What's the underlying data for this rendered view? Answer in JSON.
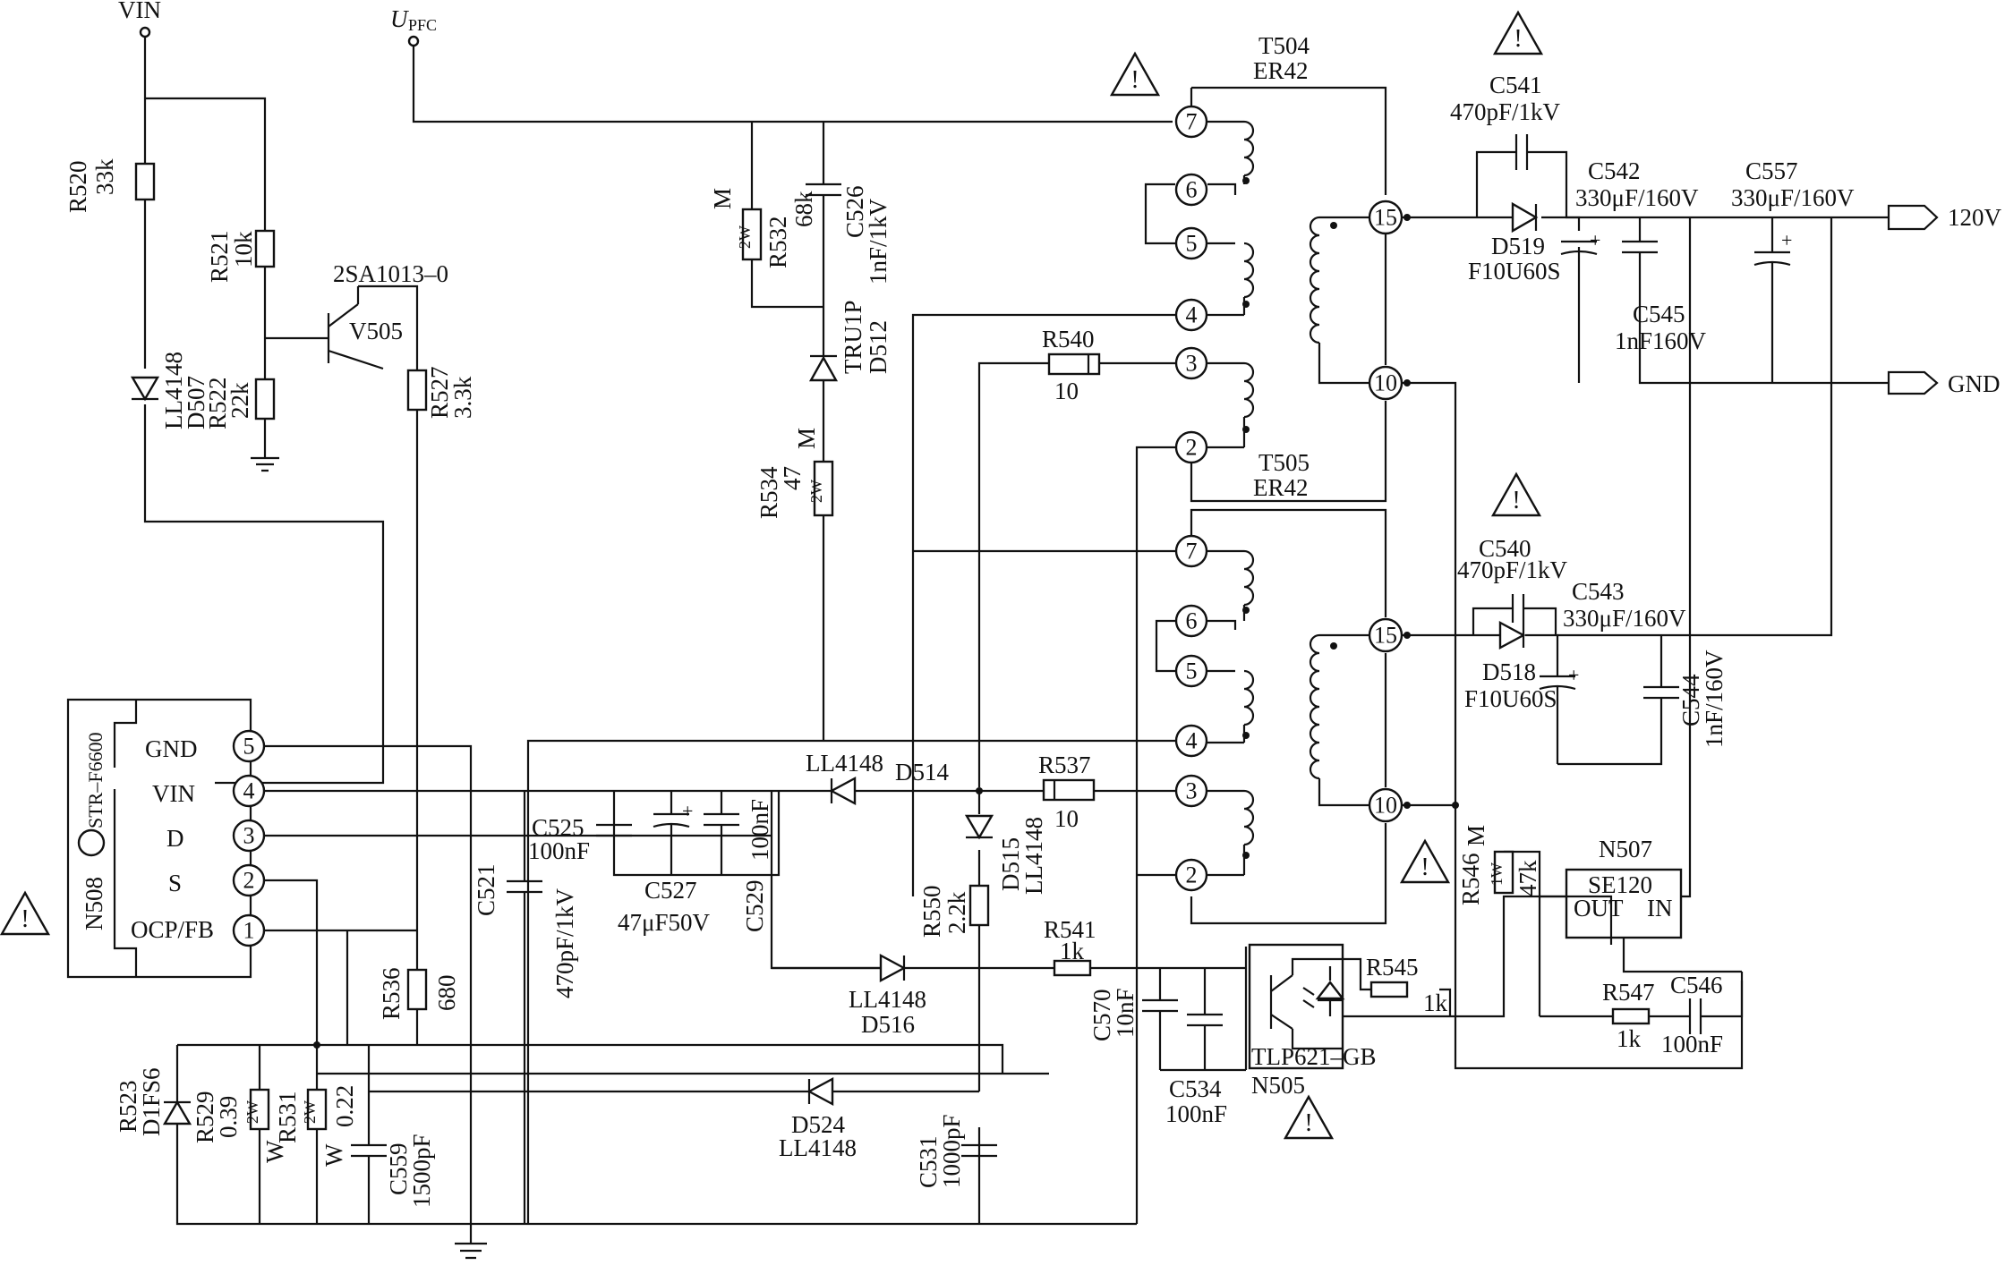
{
  "nets": {
    "vin": "VIN",
    "upfc_main": "U",
    "upfc_sub": "PFC",
    "out_120v": "120V",
    "out_gnd": "GND"
  },
  "ic_n508": {
    "ref": "N508",
    "part": "STR–F6600",
    "pins": [
      {
        "num": "5",
        "name": "GND"
      },
      {
        "num": "4",
        "name": "VIN"
      },
      {
        "num": "3",
        "name": "D"
      },
      {
        "num": "2",
        "name": "S"
      },
      {
        "num": "1",
        "name": "OCP/FB"
      }
    ]
  },
  "transformers": {
    "t504": {
      "ref": "T504",
      "type": "ER42",
      "pri_pins": [
        "7",
        "6",
        "5",
        "4",
        "3",
        "2"
      ],
      "sec_pins": [
        "15",
        "10"
      ]
    },
    "t505": {
      "ref": "T505",
      "type": "ER42",
      "pri_pins": [
        "7",
        "6",
        "5",
        "4",
        "3",
        "2"
      ],
      "sec_pins": [
        "15",
        "10"
      ]
    }
  },
  "n507": {
    "ref": "N507",
    "part": "SE120",
    "out": "OUT",
    "in": "IN"
  },
  "n505": {
    "part": "TLP621–GB",
    "ref": "N505"
  },
  "v505": {
    "ref": "V505",
    "part": "2SA1013–0"
  },
  "labels": {
    "r520_ref": "R520",
    "r520_val": "33k",
    "r521_ref": "R521",
    "r521_val": "10k",
    "d507_part": "LL4148",
    "d507_ref": "D507",
    "r522_ref": "R522",
    "r522_val": "22k",
    "r527_ref": "R527",
    "r527_val": "3.3k",
    "r532_m": "M",
    "r532_w": "2W",
    "r532_ref": "R532",
    "r532_val": "68k",
    "c526_ref": "C526",
    "c526_val": "1nF/1kV",
    "d512_part": "TRU1P",
    "d512_ref": "D512",
    "r534_ref": "R534",
    "r534_val": "47",
    "r534_m": "M",
    "r534_w": "2W",
    "r540_ref": "R540",
    "r540_val": "10",
    "r537_ref": "R537",
    "r537_val": "10",
    "c541_ref": "C541",
    "c541_val": "470pF/1kV",
    "d519_ref": "D519",
    "d519_part": "F10U60S",
    "c542_ref": "C542",
    "c542_val": "330μF/160V",
    "c545_ref": "C545",
    "c545_val": "1nF160V",
    "c557_ref": "C557",
    "c557_val": "330μF/160V",
    "c540_ref": "C540",
    "c540_val": "470pF/1kV",
    "c543_ref": "C543",
    "c543_val": "330μF/160V",
    "d518_ref": "D518",
    "d518_part": "F10U60S",
    "c544_ref": "C544",
    "c544_val": "1nF/160V",
    "d514_part": "LL4148",
    "d514_ref": "D514",
    "d515_ref": "D515",
    "d515_part": "LL4148",
    "c525_ref": "C525",
    "c525_val": "100nF",
    "c527_ref": "C527",
    "c527_val": "47μF50V",
    "c529_ref": "C529",
    "c529_val": "100nF",
    "c521_ref": "C521",
    "c521_val": "470pF/1kV",
    "r550_ref": "R550",
    "r550_val": "2.2k",
    "r541_ref": "R541",
    "r541_val": "1k",
    "d516_part": "LL4148",
    "d516_ref": "D516",
    "c570_ref": "C570",
    "c570_val": "10nF",
    "c534_ref": "C534",
    "c534_val": "100nF",
    "r545_ref": "R545",
    "r545_val": "1k",
    "r546_m": "M",
    "r546_ref": "R546",
    "r546_w": "1W",
    "r546_val": "47k",
    "r547_ref": "R547",
    "r547_val": "1k",
    "c546_ref": "C546",
    "c546_val": "100nF",
    "r536_ref": "R536",
    "r536_val": "680",
    "r523_ref": "R523",
    "d1fs6": "D1FS6",
    "r529_ref": "R529",
    "r529_val": "0.39",
    "r529_w": "2W",
    "r529_wtype": "W",
    "r531_ref": "R531",
    "r531_val": "0.22",
    "r531_w": "2W",
    "r531_wtype": "W",
    "c559_ref": "C559",
    "c559_val": "1500pF",
    "d524_ref": "D524",
    "d524_part": "LL4148",
    "c531_ref": "C531",
    "c531_val": "1000pF"
  },
  "warning_symbol": "!"
}
